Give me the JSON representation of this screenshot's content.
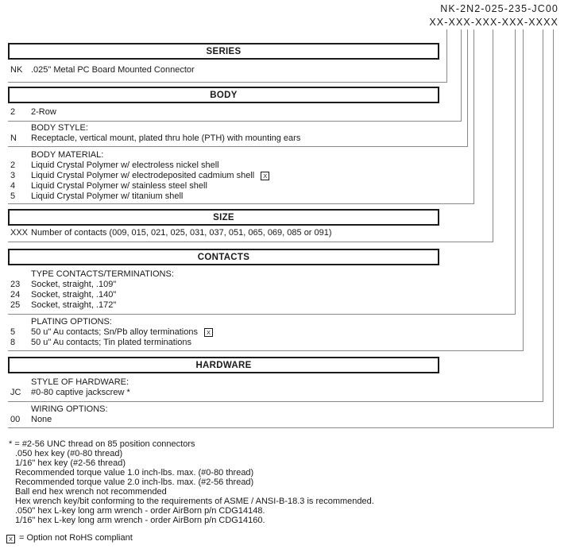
{
  "part_number": {
    "value": "NK-2N2-025-235-JC00",
    "mask": "XX-XXX-XXX-XXX-XXXX"
  },
  "sections": {
    "series": {
      "title": "SERIES",
      "rows": [
        {
          "code": "NK",
          "desc": ".025\" Metal PC Board Mounted Connector"
        }
      ]
    },
    "body": {
      "title": "BODY",
      "rows": [
        {
          "code": "2",
          "desc": "2-Row"
        }
      ],
      "style": {
        "label": "BODY STYLE:",
        "rows": [
          {
            "code": "N",
            "desc": "Receptacle, vertical mount, plated thru hole (PTH) with mounting ears"
          }
        ]
      },
      "material": {
        "label": "BODY MATERIAL:",
        "rows": [
          {
            "code": "2",
            "desc": "Liquid Crystal Polymer w/ electroless nickel shell"
          },
          {
            "code": "3",
            "desc": "Liquid Crystal Polymer w/ electrodeposited cadmium shell",
            "not_rohs": true
          },
          {
            "code": "4",
            "desc": "Liquid Crystal Polymer w/ stainless steel shell"
          },
          {
            "code": "5",
            "desc": "Liquid Crystal Polymer w/ titanium shell"
          }
        ]
      }
    },
    "size": {
      "title": "SIZE",
      "rows": [
        {
          "code": "XXX",
          "desc": "Number of contacts (009, 015, 021, 025, 031, 037, 051, 065, 069, 085 or 091)"
        }
      ]
    },
    "contacts": {
      "title": "CONTACTS",
      "type": {
        "label": "TYPE CONTACTS/TERMINATIONS:",
        "rows": [
          {
            "code": "23",
            "desc": "Socket, straight, .109\""
          },
          {
            "code": "24",
            "desc": "Socket, straight, .140\""
          },
          {
            "code": "25",
            "desc": "Socket, straight, .172\""
          }
        ]
      },
      "plating": {
        "label": "PLATING OPTIONS:",
        "rows": [
          {
            "code": "5",
            "desc": "50 u\" Au contacts; Sn/Pb alloy terminations",
            "not_rohs": true
          },
          {
            "code": "8",
            "desc": "50 u\" Au contacts; Tin plated terminations"
          }
        ]
      }
    },
    "hardware": {
      "title": "HARDWARE",
      "style": {
        "label": "STYLE OF HARDWARE:",
        "rows": [
          {
            "code": "JC",
            "desc": "#0-80 captive jackscrew *"
          }
        ]
      },
      "wiring": {
        "label": "WIRING OPTIONS:",
        "rows": [
          {
            "code": "00",
            "desc": "None"
          }
        ]
      }
    }
  },
  "footnotes": {
    "lead": "* = #2-56 UNC thread on 85 position connectors",
    "lines": [
      ".050 hex key (#0-80 thread)",
      "1/16\" hex key (#2-56 thread)",
      "Recommended torque value 1.0 inch-lbs. max. (#0-80 thread)",
      "Recommended torque value 2.0 inch-lbs. max. (#2-56 thread)",
      "Ball end hex wrench not recommended",
      "Hex wrench key/bit conforming to the requirements of ASME / ANSI-B-18.3 is recommended.",
      ".050\" hex L-key long arm wrench - order AirBorn p/n CDG14148.",
      "1/16\" hex L-key long arm wrench - order AirBorn p/n CDG14160."
    ]
  },
  "legend": {
    "symbol": "X",
    "text": "= Option not RoHS compliant"
  }
}
